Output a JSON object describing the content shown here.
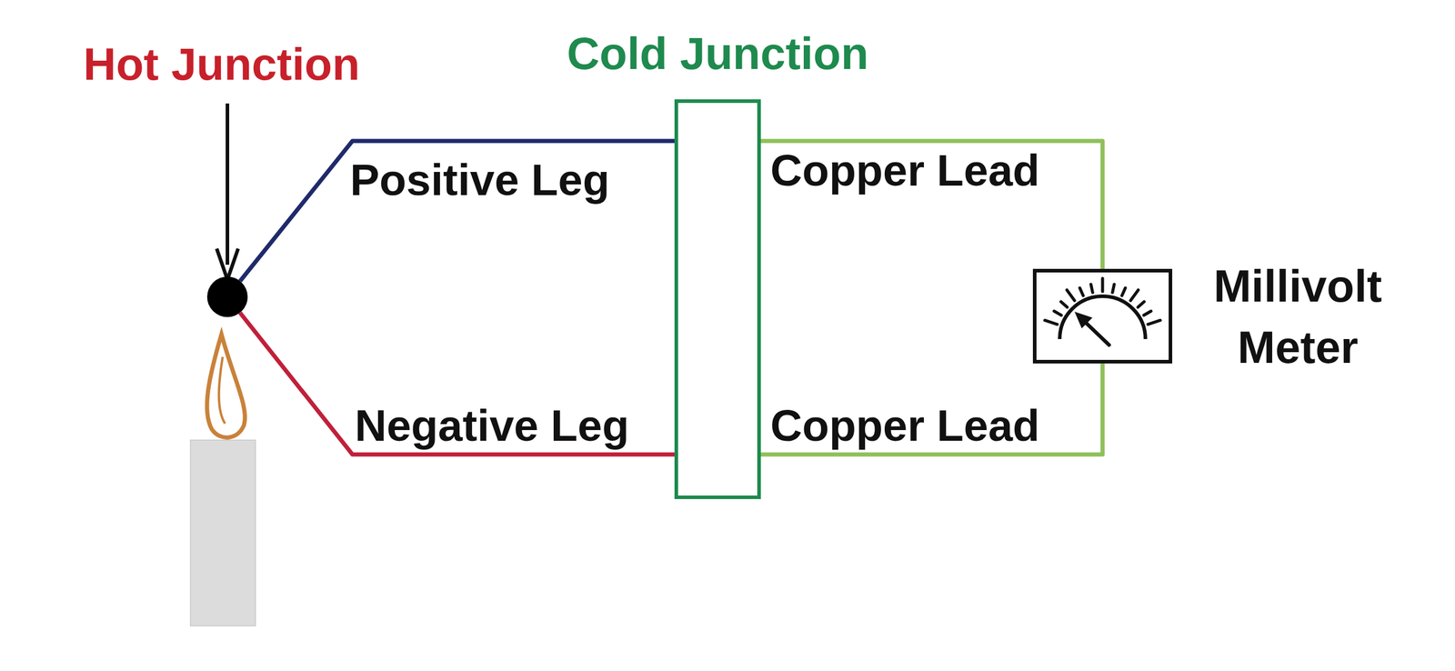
{
  "diagram": {
    "nodes": [
      {
        "text": [
          "Hot Junction"
        ]
      },
      {
        "text": [
          "Cold Junction"
        ]
      },
      {
        "text": [
          "Millivolt Meter"
        ]
      }
    ],
    "edges": [
      {
        "from": 0,
        "to": 1,
        "arrow": "none",
        "label": "Positive Leg"
      },
      {
        "from": 0,
        "to": 1,
        "arrow": "none",
        "label": "Negative Leg"
      },
      {
        "from": 1,
        "to": 2,
        "arrow": "none",
        "label": "Copper Lead"
      },
      {
        "from": 1,
        "to": 2,
        "arrow": "none",
        "label": "Copper Lead"
      }
    ]
  }
}
